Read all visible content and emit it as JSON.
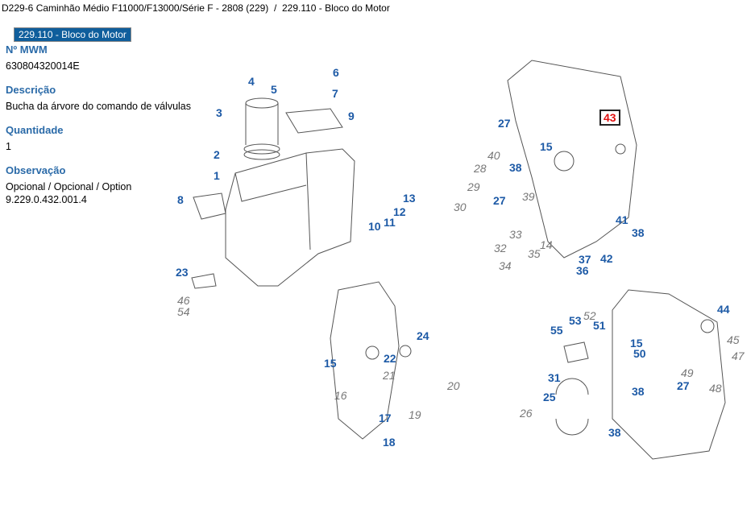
{
  "breadcrumb": "D229-6 Caminhão Médio F11000/F13000/Série F - 2808 (229)  /  229.110 - Bloco do Motor",
  "tab": "229.110 - Bloco do Motor",
  "fields": {
    "mwm_label": "Nº MWM",
    "mwm_value": "630804320014E",
    "desc_label": "Descrição",
    "desc_value": "Bucha da árvore do comando de válvulas",
    "qty_label": "Quantidade",
    "qty_value": "1",
    "obs_label": "Observação",
    "obs_value1": "Opcional / Opcional / Option",
    "obs_value2": "9.229.0.432.001.4"
  },
  "colors": {
    "accent": "#0f5e9c",
    "label": "#2a6aa8",
    "callout": "#1d5aa6",
    "highlight": "#e01010"
  },
  "diagram": {
    "highlighted": "43",
    "blue": [
      "4",
      "6",
      "5",
      "7",
      "3",
      "9",
      "2",
      "1",
      "8",
      "13",
      "12",
      "11",
      "10",
      "23",
      "27",
      "15",
      "38",
      "27",
      "41",
      "38",
      "42",
      "37",
      "36",
      "24",
      "15",
      "22",
      "17",
      "18",
      "44",
      "55",
      "53",
      "51",
      "15",
      "50",
      "31",
      "25",
      "38",
      "27",
      "38"
    ],
    "grey": [
      "46",
      "54",
      "40",
      "28",
      "29",
      "30",
      "39",
      "33",
      "32",
      "35",
      "14",
      "34",
      "21",
      "16",
      "19",
      "20",
      "52",
      "45",
      "47",
      "49",
      "48",
      "26"
    ]
  }
}
